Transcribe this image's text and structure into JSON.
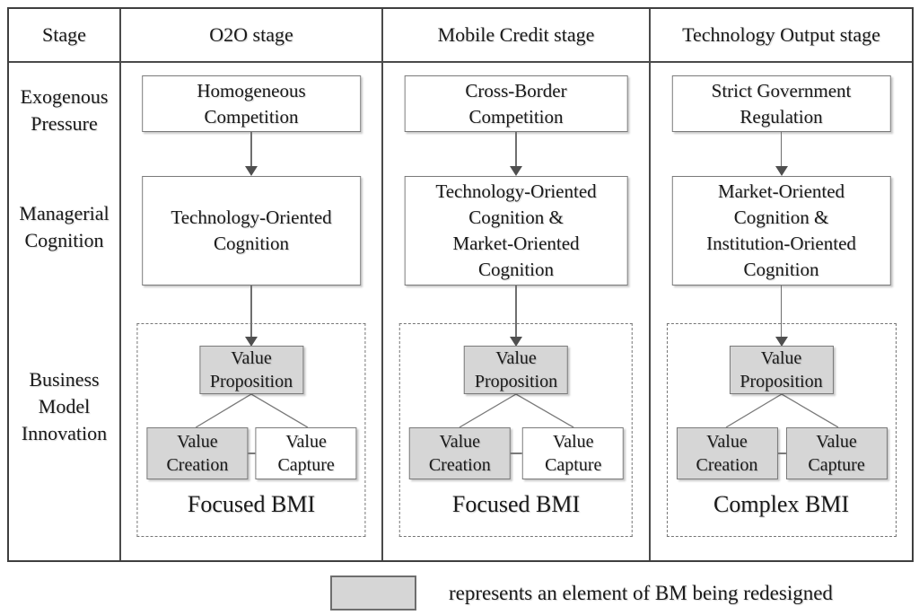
{
  "table": {
    "stage_header": "Stage",
    "row_labels": {
      "pressure": "Exogenous\nPressure",
      "cognition": "Managerial\nCognition",
      "bmi": "Business\nModel\nInnovation"
    },
    "columns": [
      {
        "header": "O2O stage",
        "pressure": "Homogeneous\nCompetition",
        "cognition": "Technology-Oriented\nCognition",
        "bmi": {
          "proposition": "Value\nProposition",
          "creation": "Value\nCreation",
          "capture": "Value\nCapture",
          "proposition_redesigned": true,
          "creation_redesigned": true,
          "capture_redesigned": false,
          "label": "Focused BMI"
        }
      },
      {
        "header": "Mobile Credit stage",
        "pressure": "Cross-Border\nCompetition",
        "cognition": "Technology-Oriented\nCognition &\nMarket-Oriented\nCognition",
        "bmi": {
          "proposition": "Value\nProposition",
          "creation": "Value\nCreation",
          "capture": "Value\nCapture",
          "proposition_redesigned": true,
          "creation_redesigned": true,
          "capture_redesigned": false,
          "label": "Focused BMI"
        }
      },
      {
        "header": "Technology Output stage",
        "pressure": "Strict Government\nRegulation",
        "cognition": "Market-Oriented\nCognition &\nInstitution-Oriented\nCognition",
        "bmi": {
          "proposition": "Value\nProposition",
          "creation": "Value\nCreation",
          "capture": "Value\nCapture",
          "proposition_redesigned": true,
          "creation_redesigned": true,
          "capture_redesigned": true,
          "label": "Complex BMI"
        }
      }
    ]
  },
  "legend": {
    "label": "represents an element of BM being redesigned"
  },
  "colors": {
    "redesigned_fill": "#d6d6d6",
    "box_border": "#7a7a7a",
    "table_border": "#3f3f3f"
  }
}
